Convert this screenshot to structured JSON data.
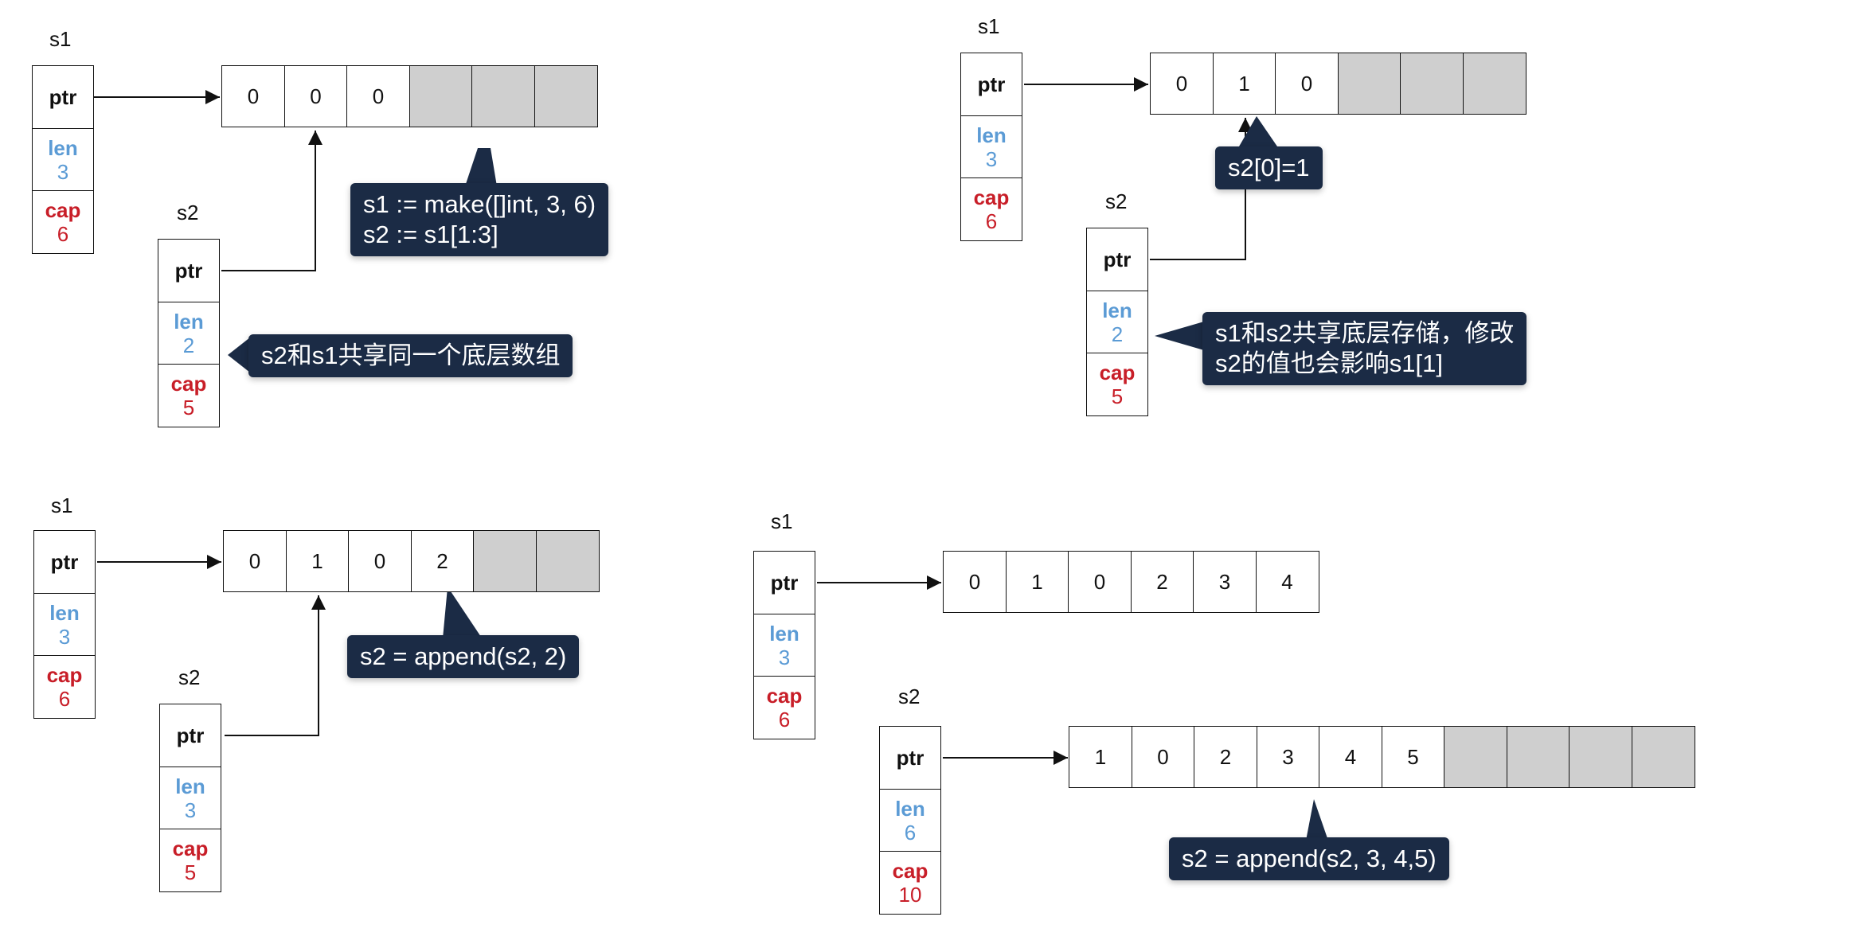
{
  "colors": {
    "callout_bg": "#1b2b45",
    "len": "#5b9bd5",
    "cap": "#c81e28",
    "empty_cell": "#cfcfcf"
  },
  "field_labels": {
    "ptr": "ptr",
    "len": "len",
    "cap": "cap"
  },
  "panels": [
    {
      "s1": {
        "name": "s1",
        "len": "3",
        "cap": "6"
      },
      "s2": {
        "name": "s2",
        "len": "2",
        "cap": "5"
      },
      "array1": [
        "0",
        "0",
        "0",
        "",
        "",
        ""
      ],
      "callouts": [
        {
          "lines": [
            "s1 := make([]int, 3, 6)",
            "s2 := s1[1:3]"
          ]
        },
        {
          "lines": [
            "s2和s1共享同一个底层数组"
          ]
        }
      ]
    },
    {
      "s1": {
        "name": "s1",
        "len": "3",
        "cap": "6"
      },
      "s2": {
        "name": "s2",
        "len": "2",
        "cap": "5"
      },
      "array1": [
        "0",
        "1",
        "0",
        "",
        "",
        ""
      ],
      "callouts": [
        {
          "lines": [
            "s2[0]=1"
          ]
        },
        {
          "lines": [
            "s1和s2共享底层存储，修改",
            "s2的值也会影响s1[1]"
          ]
        }
      ]
    },
    {
      "s1": {
        "name": "s1",
        "len": "3",
        "cap": "6"
      },
      "s2": {
        "name": "s2",
        "len": "3",
        "cap": "5"
      },
      "array1": [
        "0",
        "1",
        "0",
        "2",
        "",
        ""
      ],
      "callouts": [
        {
          "lines": [
            "s2 = append(s2, 2)"
          ]
        }
      ]
    },
    {
      "s1": {
        "name": "s1",
        "len": "3",
        "cap": "6"
      },
      "s2": {
        "name": "s2",
        "len": "6",
        "cap": "10"
      },
      "array1": [
        "0",
        "1",
        "0",
        "2",
        "3",
        "4"
      ],
      "array2": [
        "1",
        "0",
        "2",
        "3",
        "4",
        "5",
        "",
        "",
        "",
        ""
      ],
      "callouts": [
        {
          "lines": [
            "s2 = append(s2, 3, 4,5)"
          ]
        }
      ]
    }
  ]
}
